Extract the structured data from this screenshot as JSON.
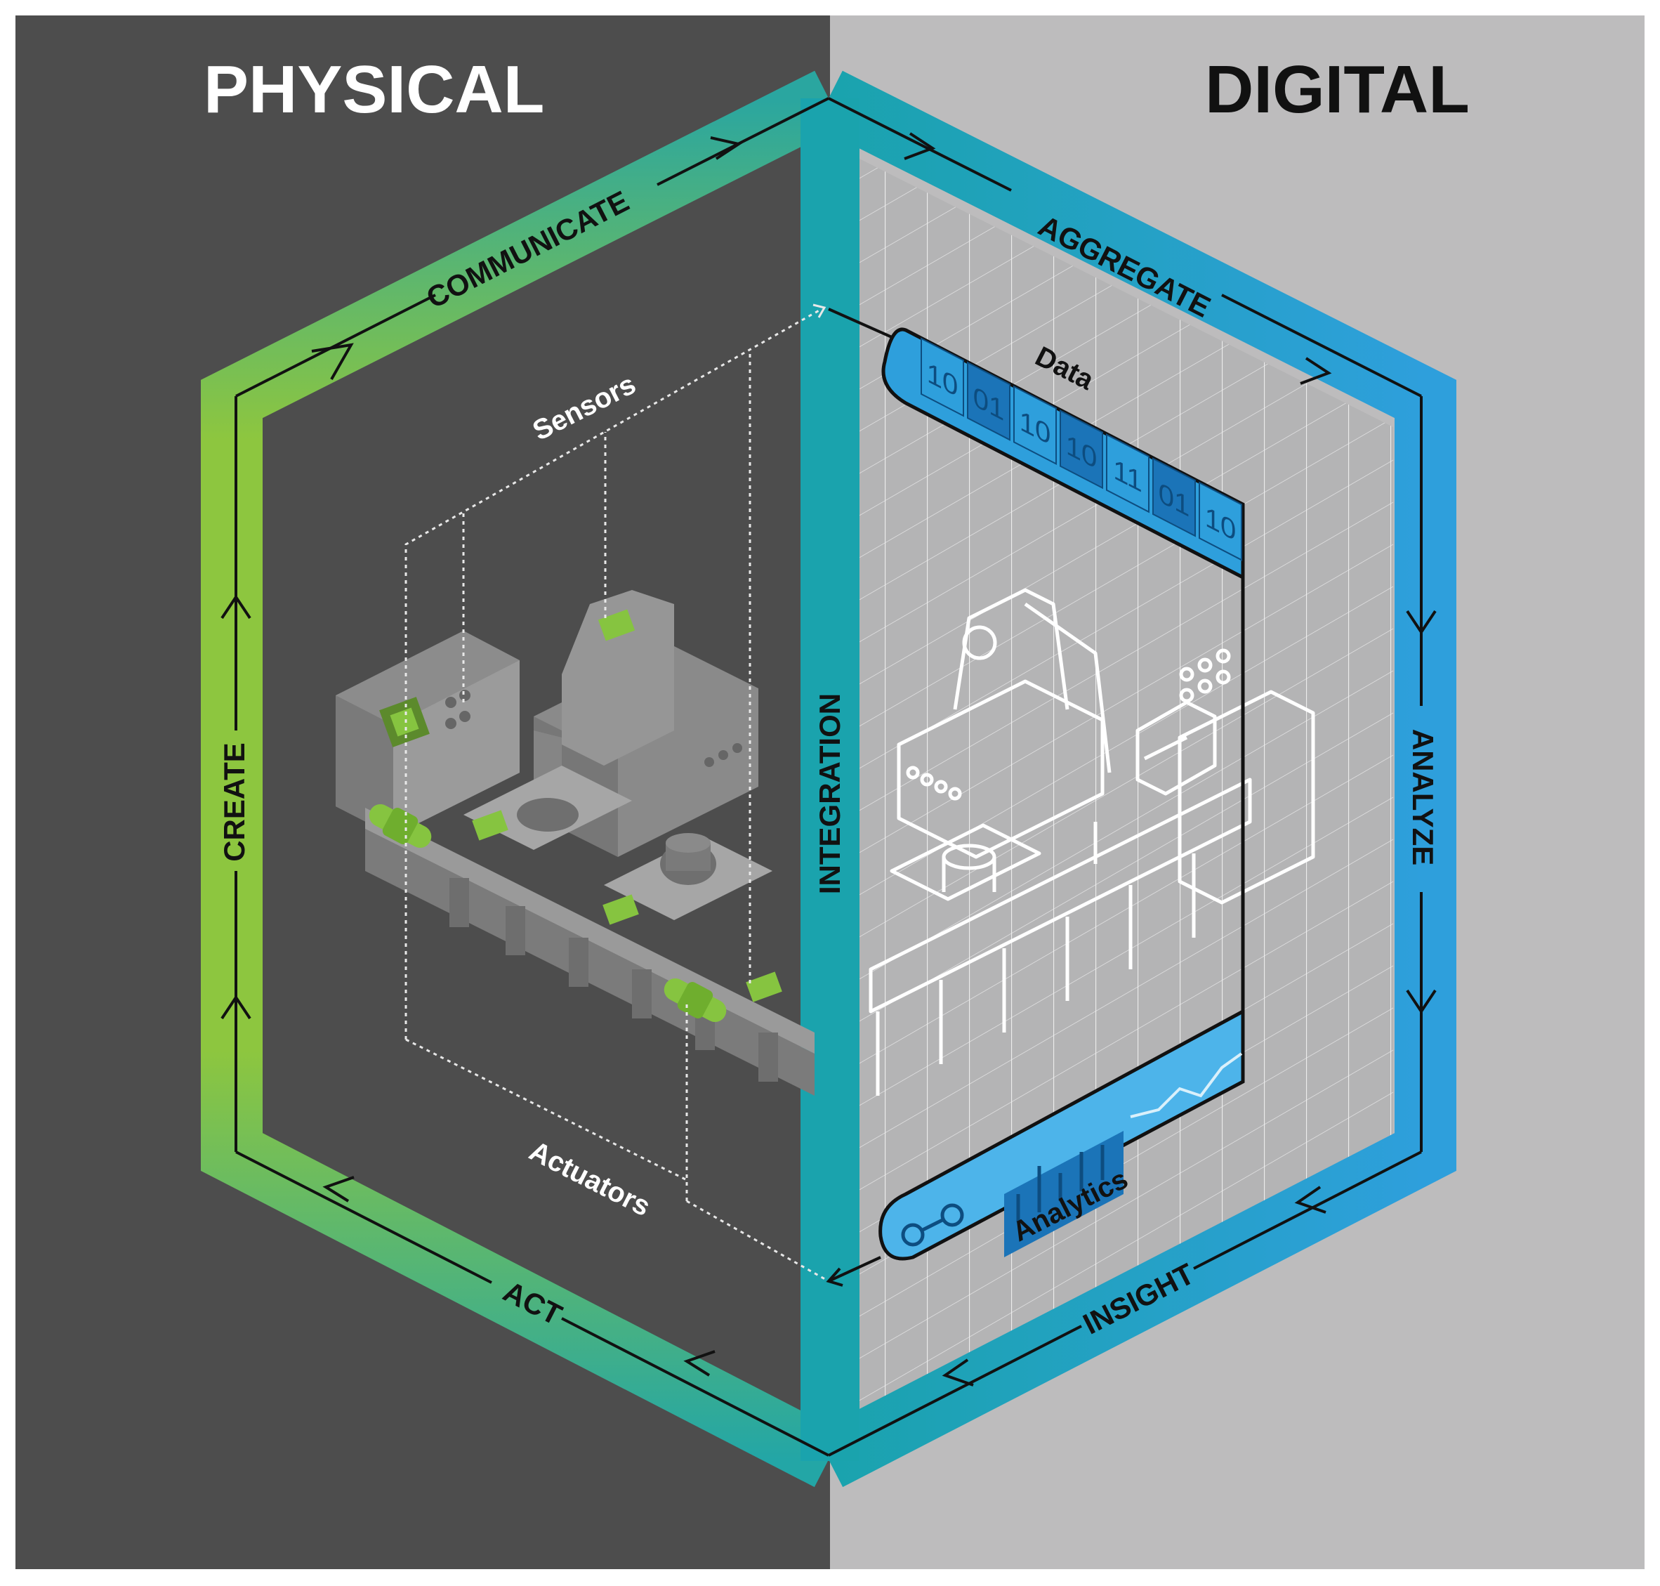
{
  "titles": {
    "physical": "PHYSICAL",
    "digital": "DIGITAL"
  },
  "cycle": {
    "communicate": "COMMUNICATE",
    "aggregate": "AGGREGATE",
    "analyze": "ANALYZE",
    "insight": "INSIGHT",
    "act": "ACT",
    "create": "CREATE",
    "integration": "INTEGRATION"
  },
  "labels": {
    "sensors": "Sensors",
    "actuators": "Actuators",
    "data": "Data",
    "analytics": "Analytics"
  },
  "data_bits": [
    "10",
    "01",
    "10",
    "10",
    "11",
    "01",
    "10"
  ],
  "colors": {
    "physical_bg": "#4d4d4d",
    "digital_bg": "#bdbcbd",
    "green": "#8dc63f",
    "teal": "#1aa3ad",
    "blue": "#2e9fdc",
    "sensor_green": "#86c440"
  }
}
